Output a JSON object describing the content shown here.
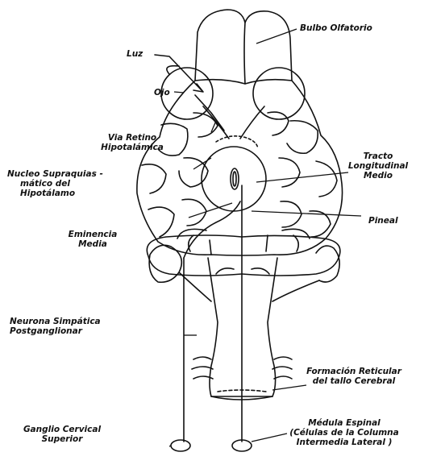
{
  "labels": {
    "bulbo_olfatorio": "Bulbo Olfatorio",
    "luz": "Luz",
    "ojo": "Ojo",
    "via_retino_l1": "Via Retino",
    "via_retino_l2": "Hipotalámica",
    "nucleo_l1": "Nucleo Supraquias -",
    "nucleo_l2": "mático del",
    "nucleo_l3": "Hipotálamo",
    "tracto_l1": "Tracto",
    "tracto_l2": "Longitudinal",
    "tracto_l3": "Medio",
    "eminencia_l1": "Eminencia",
    "eminencia_l2": "Media",
    "pineal": "Pineal",
    "neurona_l1": "Neurona Simpática",
    "neurona_l2": "Postganglionar",
    "formacion_l1": "Formación Reticular",
    "formacion_l2": "del tallo Cerebral",
    "ganglio_l1": "Ganglio Cervical",
    "ganglio_l2": "Superior",
    "medula_l1": "Médula Espinal",
    "medula_l2": "(Células de la Columna",
    "medula_l3": "Intermedia Lateral )"
  }
}
